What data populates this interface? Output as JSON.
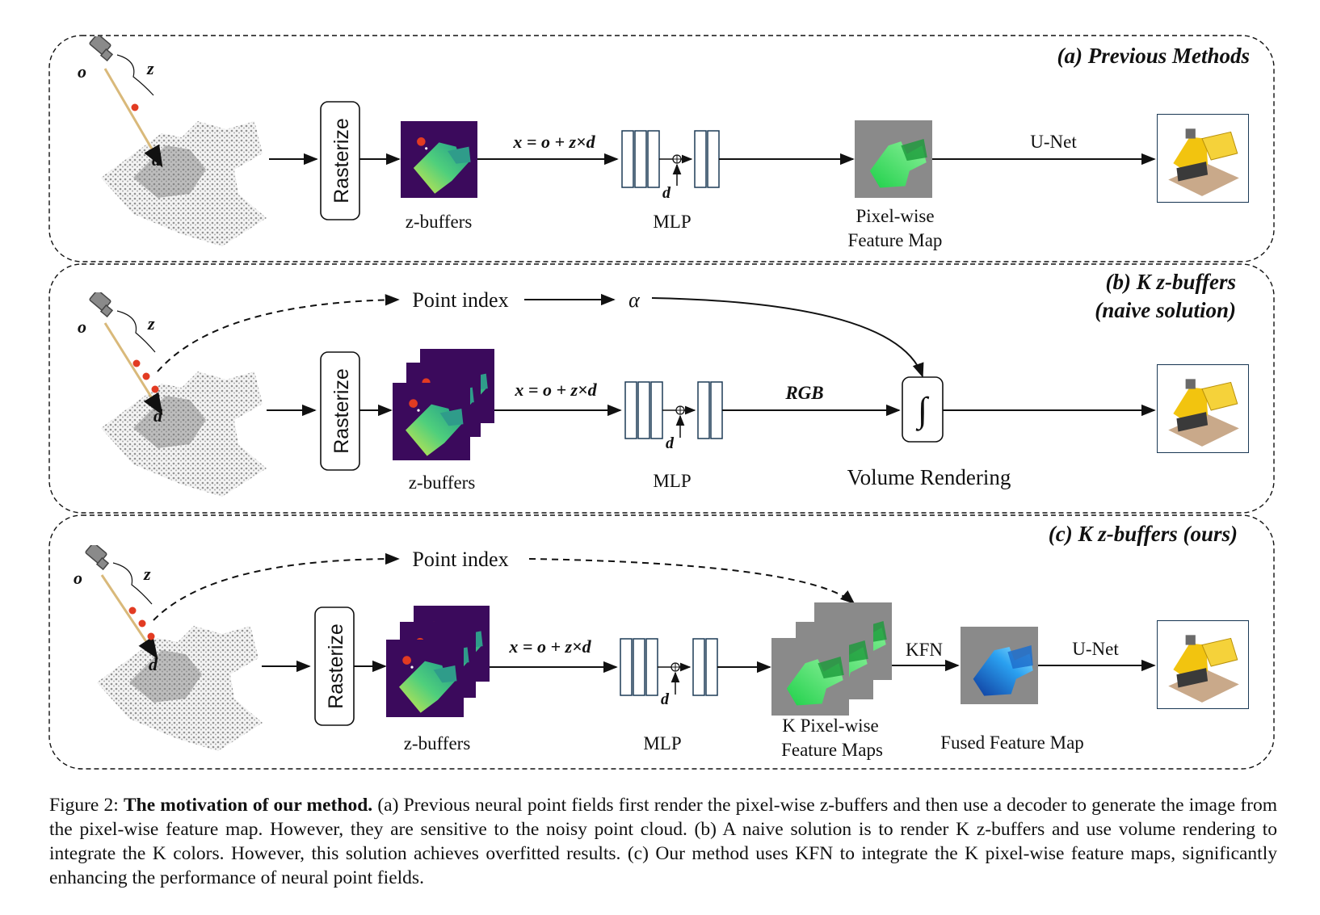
{
  "panels": {
    "a": {
      "title": "(a) Previous Methods",
      "rasterize": "Rasterize",
      "zbuffers": "z-buffers",
      "equation": "x = o + z×d",
      "mlp": "MLP",
      "d_label": "d",
      "featuremap_line1": "Pixel-wise",
      "featuremap_line2": "Feature Map",
      "unet": "U-Net",
      "o_label": "o",
      "z_label": "z"
    },
    "b": {
      "title_line1": "(b) K z-buffers",
      "title_line2": "(naive solution)",
      "point_index": "Point index",
      "alpha": "α",
      "rasterize": "Rasterize",
      "zbuffers": "z-buffers",
      "equation": "x = o + z×d",
      "mlp": "MLP",
      "d_label": "d",
      "rgb": "RGB",
      "integral": "∫",
      "volume_rendering": "Volume Rendering",
      "o_label": "o",
      "z_label": "z"
    },
    "c": {
      "title": "(c) K z-buffers (ours)",
      "point_index": "Point index",
      "rasterize": "Rasterize",
      "zbuffers": "z-buffers",
      "equation": "x = o + z×d",
      "mlp": "MLP",
      "d_label": "d",
      "kfn": "KFN",
      "kmaps_line1": "K Pixel-wise",
      "kmaps_line2": "Feature Maps",
      "fused": "Fused Feature Map",
      "unet": "U-Net",
      "o_label": "o",
      "z_label": "z"
    }
  },
  "caption": {
    "label": "Figure 2:",
    "bold": "The motivation of our method.",
    "text": "(a) Previous neural point fields first render the pixel-wise z-buffers and then use a decoder to generate the image from the pixel-wise feature map. However, they are sensitive to the noisy point cloud. (b) A naive solution is to render K z-buffers and use volume rendering to integrate the K colors. However, this solution achieves overfitted results. (c) Our method uses KFN to integrate the K pixel-wise feature maps, significantly enhancing the performance of neural point fields."
  },
  "colors": {
    "zbuffer_bg": "#3b0a5c",
    "zbuffer_fg": "#3fc87a",
    "feature_green": "#28d05a",
    "feature_bg": "#8a8a8a",
    "fused_blue": "#2a8fe0",
    "lego_yellow": "#f2c40f",
    "camera_ray": "#d9b97a",
    "point_red": "#e23b22"
  }
}
